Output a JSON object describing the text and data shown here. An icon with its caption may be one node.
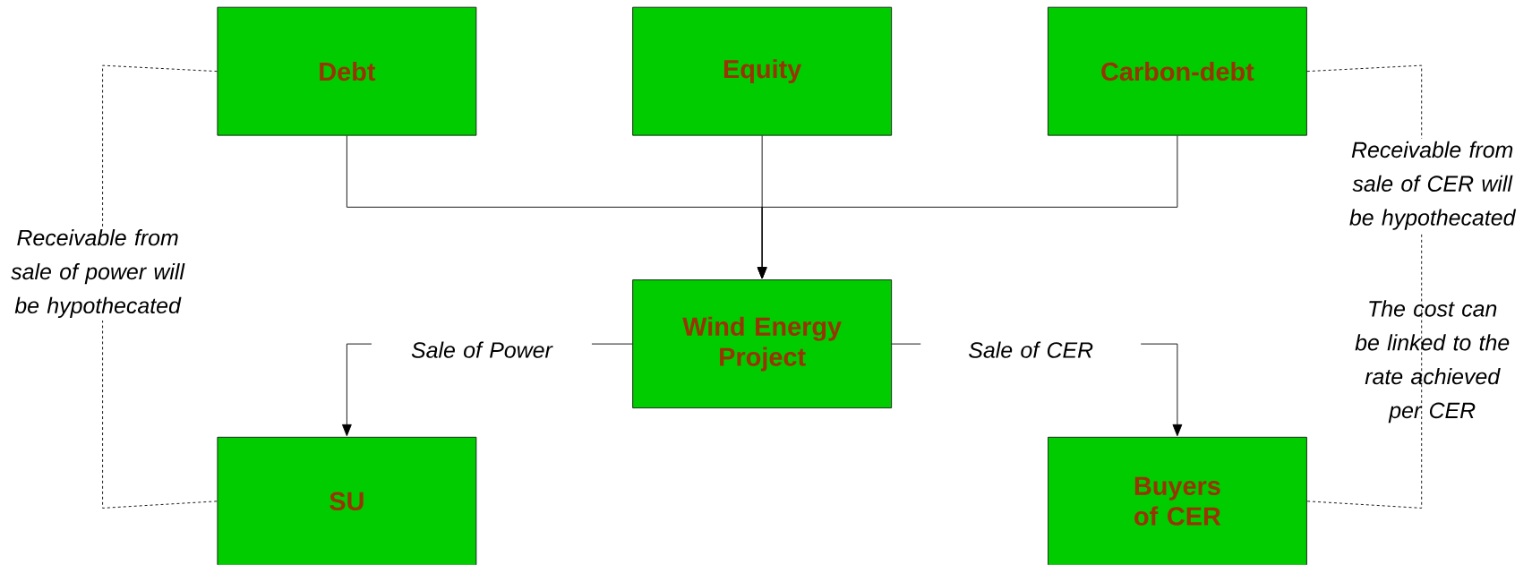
{
  "diagram": {
    "nodes": [
      {
        "text": [
          "Debt"
        ]
      },
      {
        "text": [
          "Equity"
        ]
      },
      {
        "text": [
          "Carbon-debt"
        ]
      },
      {
        "text": [
          "Wind Energy Project"
        ]
      },
      {
        "text": [
          "SU"
        ]
      },
      {
        "text": [
          "Buyers of CER"
        ]
      }
    ],
    "edges": [
      {
        "from": 0,
        "to": 3,
        "arrow": "to"
      },
      {
        "from": 1,
        "to": 3,
        "arrow": "to"
      },
      {
        "from": 2,
        "to": 3,
        "arrow": "to"
      },
      {
        "from": 3,
        "to": 4,
        "arrow": "to",
        "label": "Sale of Power"
      },
      {
        "from": 3,
        "to": 5,
        "arrow": "to",
        "label": "Sale of CER"
      },
      {
        "from": 0,
        "to": 4,
        "arrow": "none",
        "style": "dashed",
        "label": "Receivable from sale of power will be hypothecated"
      },
      {
        "from": 2,
        "to": 5,
        "arrow": "none",
        "style": "dashed",
        "label": "Receivable from sale of CER will be hypothecated"
      }
    ],
    "labels": [
      "The cost can be linked to the rate achieved per CER"
    ]
  }
}
